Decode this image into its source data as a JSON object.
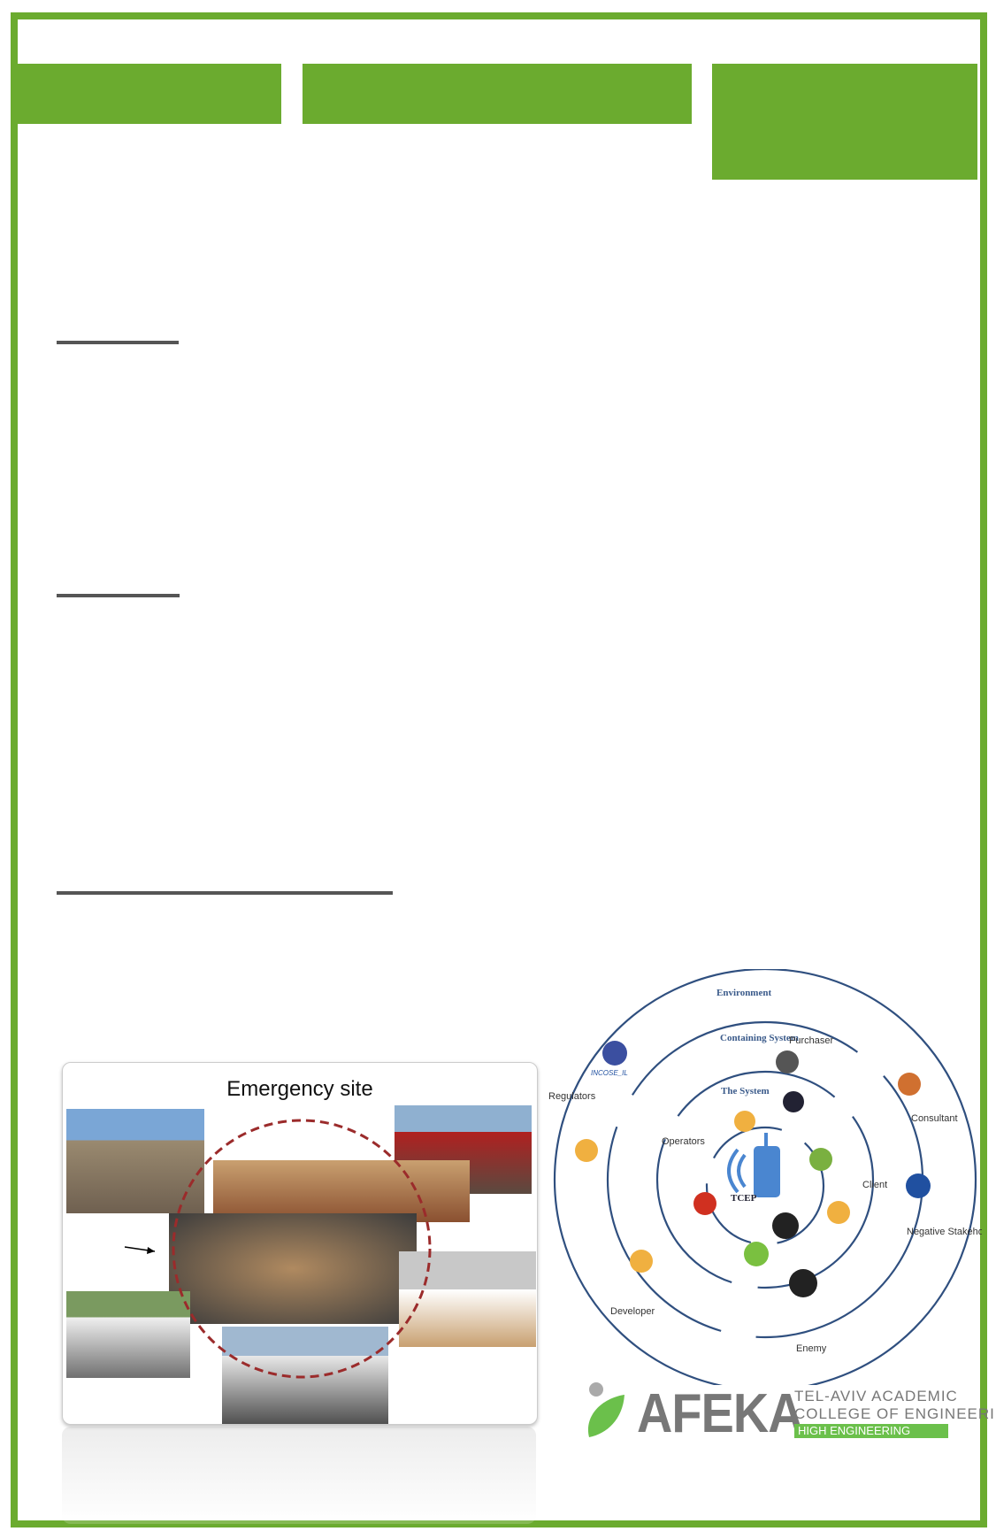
{
  "collage": {
    "title": "Emergency site"
  },
  "diagram": {
    "rings": [
      "Environment",
      "Containing System",
      "The System"
    ],
    "center_label": "TCEP",
    "stakeholders": [
      "Regulators",
      "Purchaser",
      "Consultant",
      "Operators",
      "Client",
      "Negative Stakeholder",
      "Developer",
      "Enemy"
    ],
    "badges": {
      "incose": "INCOSE_IL"
    }
  },
  "logo": {
    "name": "AFEKA",
    "line1": "TEL-AVIV  ACADEMIC",
    "line2": "COLLEGE OF ENGINEERING",
    "tagline": "HIGH ENGINEERING"
  },
  "colors": {
    "accent": "#6bab2f",
    "rule": "#555555",
    "diagram": "#2f4f7f"
  }
}
